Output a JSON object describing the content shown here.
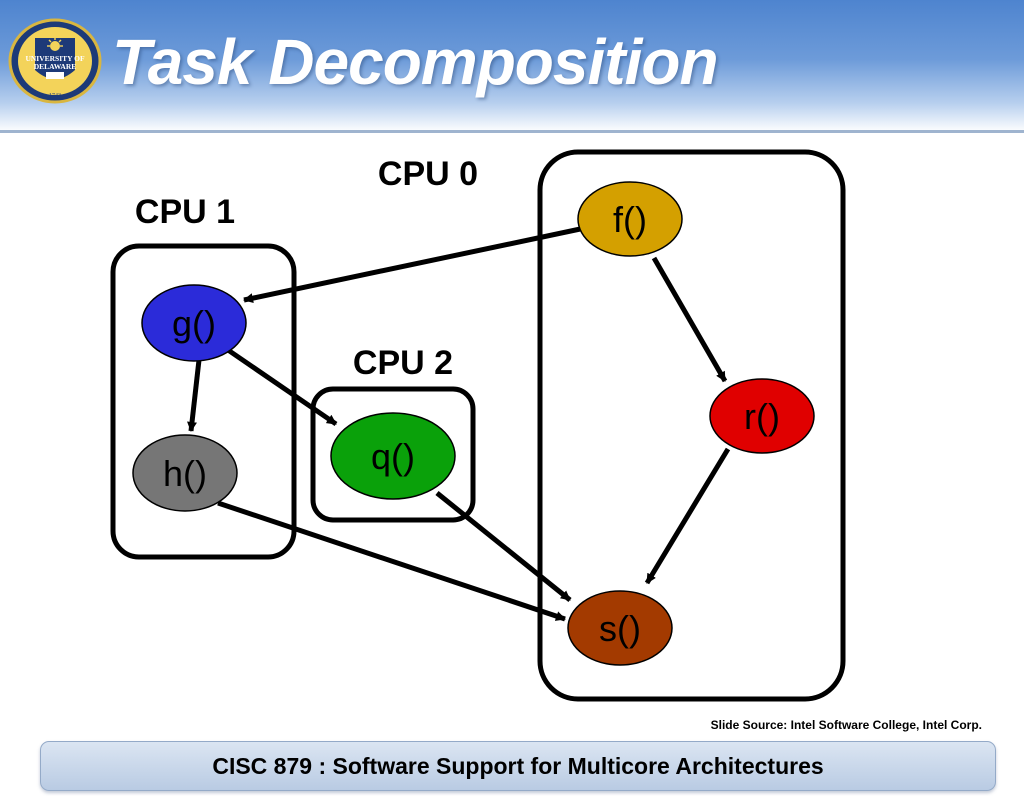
{
  "slide": {
    "title": "Task Decomposition",
    "source": "Slide Source: Intel Software College, Intel Corp.",
    "footer": "CISC 879 : Software Support for Multicore Architectures"
  },
  "logo": {
    "icon": "university-of-delaware-seal-icon",
    "text_lines": [
      "UNIVERSITY OF",
      "DELAWARE",
      "1743"
    ]
  },
  "diagram": {
    "groups": [
      {
        "id": "cpu0",
        "label": "CPU 0"
      },
      {
        "id": "cpu1",
        "label": "CPU 1"
      },
      {
        "id": "cpu2",
        "label": "CPU 2"
      }
    ],
    "nodes": [
      {
        "id": "f",
        "label": "f()",
        "color": "#d4a000",
        "cpu": "cpu0"
      },
      {
        "id": "r",
        "label": "r()",
        "color": "#e00000",
        "cpu": "cpu0"
      },
      {
        "id": "s",
        "label": "s()",
        "color": "#a33a00",
        "cpu": "cpu0"
      },
      {
        "id": "g",
        "label": "g()",
        "color": "#2b2bd9",
        "cpu": "cpu1"
      },
      {
        "id": "h",
        "label": "h()",
        "color": "#767676",
        "cpu": "cpu1"
      },
      {
        "id": "q",
        "label": "q()",
        "color": "#0aa10a",
        "cpu": "cpu2"
      }
    ],
    "edges": [
      {
        "from": "f",
        "to": "g"
      },
      {
        "from": "f",
        "to": "r"
      },
      {
        "from": "g",
        "to": "h"
      },
      {
        "from": "g",
        "to": "q"
      },
      {
        "from": "r",
        "to": "s"
      },
      {
        "from": "q",
        "to": "s"
      },
      {
        "from": "h",
        "to": "s"
      }
    ]
  }
}
